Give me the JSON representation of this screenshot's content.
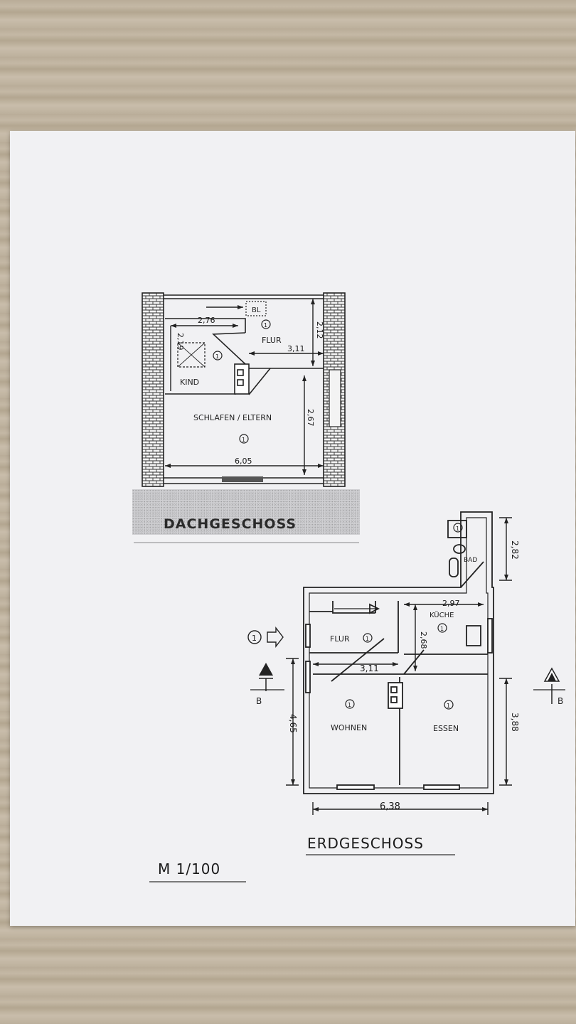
{
  "dachgeschoss": {
    "title": "DACHGESCHOSS",
    "rooms": {
      "kind": "KIND",
      "flur": "FLUR",
      "schlafen": "SCHLAFEN / ELTERN",
      "bl": "BL"
    },
    "dims": {
      "kind_width": "2,76",
      "kind_depth": "2,19",
      "flur_width": "3,11",
      "flur_depth": "2,12",
      "schlafen_depth": "2,67",
      "total_width": "6,05"
    },
    "marker": "1"
  },
  "erdgeschoss": {
    "title": "ERDGESCHOSS",
    "rooms": {
      "bad": "BAD",
      "flur": "FLUR",
      "kueche": "KÜCHE",
      "wohnen": "WOHNEN",
      "essen": "ESSEN"
    },
    "dims": {
      "bad_depth": "2,82",
      "kueche_width": "2,97",
      "kueche_depth": "2,68",
      "flur_width": "3,11",
      "wohnen_depth": "4,65",
      "essen_depth": "3,88",
      "total_width": "6,38"
    },
    "marker": "1",
    "section_label": "B"
  },
  "scale": "M 1/100"
}
